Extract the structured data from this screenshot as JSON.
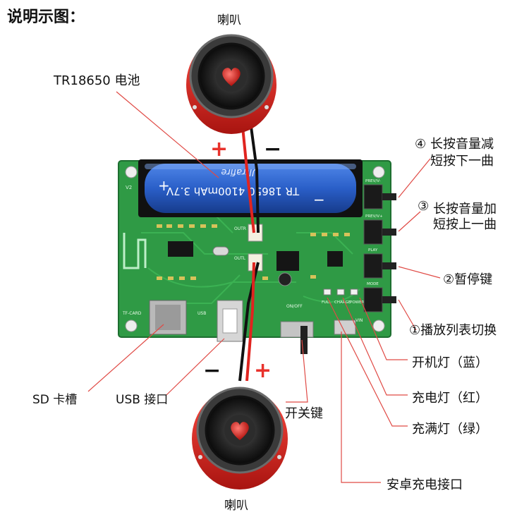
{
  "title": "说明示图：",
  "labels": {
    "speaker_top": "喇叭",
    "speaker_bottom": "喇叭",
    "battery": "TR18650 电池",
    "btn4_num": "④",
    "btn4_line1": "长按音量减",
    "btn4_line2": "短按下一曲",
    "btn3_num": "③",
    "btn3_line1": "长按音量加",
    "btn3_line2": "短按上一曲",
    "btn2": "②暂停键",
    "btn1": "①播放列表切换",
    "power_led": "开机灯（蓝）",
    "charge_led": "充电灯（红）",
    "full_led": "充满灯（绿）",
    "android_port": "安卓充电接口",
    "sd_slot": "SD 卡槽",
    "usb_port": "USB 接口",
    "switch": "开关键"
  },
  "polarity": {
    "plus": "+",
    "minus": "−"
  },
  "board": {
    "battery_print": "TR 18650 4100mAh 3.7V",
    "battery_brand": "Ultrafire",
    "battery_plus": "+",
    "battery_minus": "−",
    "silk_tf": "TF-CARD",
    "silk_usb": "USB",
    "silk_onoff": "ON/OFF",
    "silk_vin": "VIN",
    "silk_prev_top": "PREV/V-",
    "silk_prev_mid": "PREV/V+",
    "silk_play": "PLAY",
    "silk_mode": "MODE",
    "silk_full": "FULL",
    "silk_charge": "CHARGE",
    "silk_power": "POWER",
    "silk_outr": "OUTR",
    "silk_outl": "OUTL",
    "silk_v2": "V2"
  },
  "colors": {
    "board": "#2f9a45",
    "board_dark": "#1f7a35",
    "battery": "#2a5fc8",
    "wire_red": "#e0241f",
    "wire_black": "#111111",
    "speaker_red": "#d8201c",
    "leader": "#e04a45"
  }
}
